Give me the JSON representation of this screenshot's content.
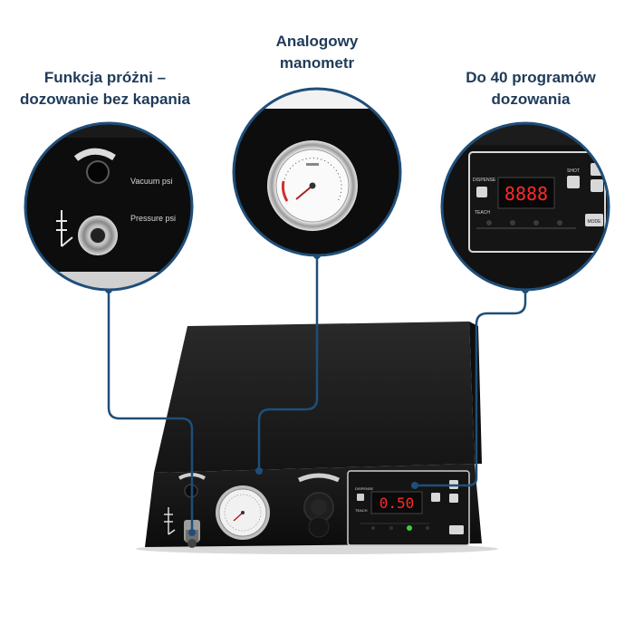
{
  "callouts": {
    "vacuum": {
      "line1": "Funkcja próżni –",
      "line2": "dozowanie bez kapania"
    },
    "gauge": {
      "line1": "Analogowy",
      "line2": "manometr"
    },
    "programs": {
      "line1": "Do 40 programów",
      "line2": "dozowania"
    }
  },
  "panel": {
    "vacuum_label": "Vacuum psi",
    "pressure_label": "Pressure psi",
    "display_value": "0.50",
    "zoom_display_value": "8888",
    "dispense_label": "DISPENSE",
    "teach_label": "TEACH",
    "mode_label": "MODE",
    "shot_label": "SHOT"
  },
  "colors": {
    "callout_text": "#1f3b5a",
    "connector_line": "#1f4e79",
    "device_body": "#1a1a1a",
    "led_display": "#ff2a2a",
    "status_led": "#3ad13a"
  }
}
